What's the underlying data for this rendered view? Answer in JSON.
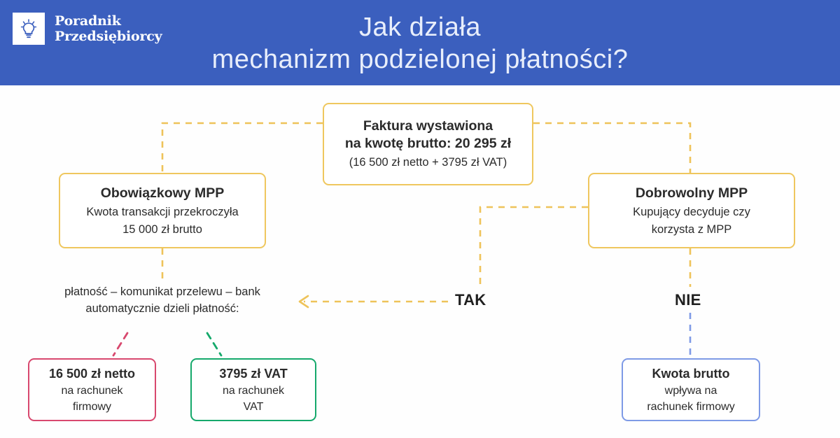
{
  "header": {
    "brand_line1": "Poradnik",
    "brand_line2": "Przedsiębiorcy",
    "logo_icon": "lightbulb-icon",
    "title_line1": "Jak działa",
    "title_line2": "mechanizm podzielonej płatności?",
    "bg_color": "#3b5fbe",
    "title_color": "#e8eefb"
  },
  "diagram": {
    "invoice": {
      "line1": "Faktura wystawiona",
      "line2": "na kwotę brutto: 20 295 zł",
      "line3": "(16 500 zł netto + 3795 zł VAT)",
      "border_color": "#efc75e"
    },
    "obligatory": {
      "title": "Obowiązkowy MPP",
      "line1": "Kwota transakcji przekroczyła",
      "line2": "15 000 zł brutto",
      "border_color": "#efc75e"
    },
    "voluntary": {
      "title": "Dobrowolny MPP",
      "line1": "Kupujący decyduje czy",
      "line2": "korzysta z MPP",
      "border_color": "#efc75e"
    },
    "split_note": {
      "line1": "płatność – komunikat przelewu – bank",
      "line2": "automatycznie dzieli płatność:"
    },
    "branch_yes": "TAK",
    "branch_no": "NIE",
    "netto": {
      "title": "16 500 zł  netto",
      "line1": "na rachunek",
      "line2": "firmowy",
      "border_color": "#d8486e"
    },
    "vat": {
      "title": "3795 zł  VAT",
      "line1": "na rachunek",
      "line2": "VAT",
      "border_color": "#15a96b"
    },
    "brutto": {
      "title": "Kwota brutto",
      "line1": "wpływa na",
      "line2": "rachunek firmowy",
      "border_color": "#7e9ae6"
    },
    "connector_colors": {
      "orange": "#eec35a",
      "pink": "#d8486e",
      "green": "#15a96b",
      "blue": "#7e9ae6"
    }
  }
}
